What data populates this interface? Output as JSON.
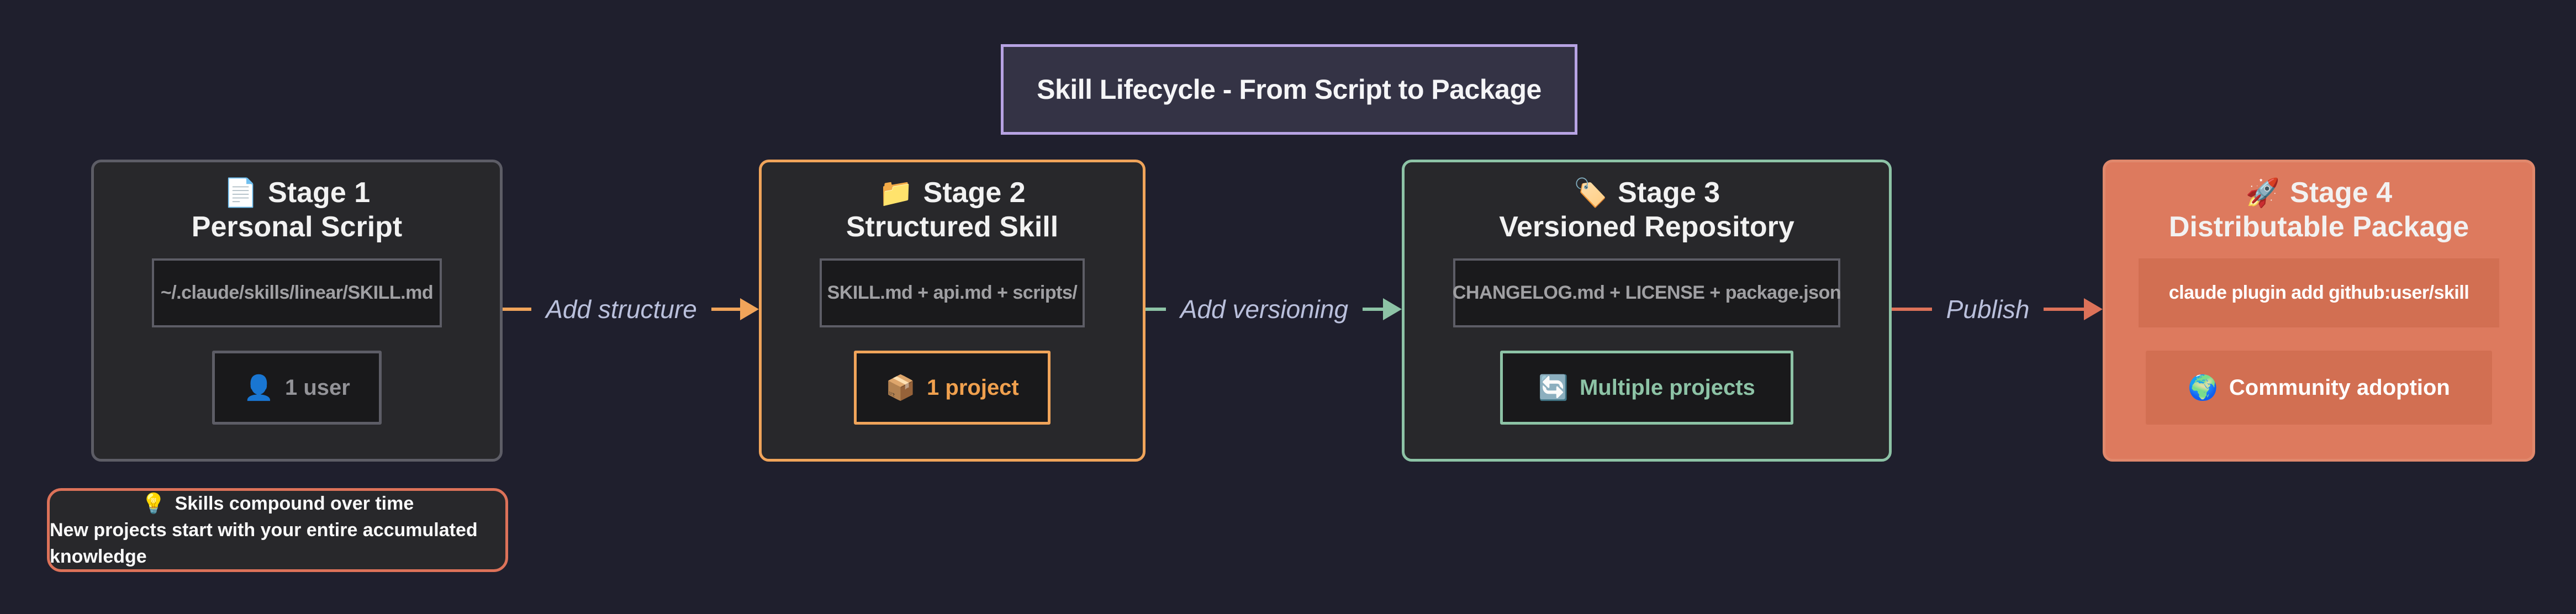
{
  "title": {
    "text": "Skill Lifecycle - From Script to Package",
    "border_color": "#b7a3e3",
    "fill_color": "#343345"
  },
  "colors": {
    "background": "#1f1f2d",
    "stage_fill": "#28282b",
    "gray_border": "#5d5d66",
    "orange_accent": "#f0a45a",
    "green_accent": "#8dc3a6",
    "salmon_accent": "#dd7259",
    "stage4_fill": "#dd7a5e",
    "code_fill": "#1a1a1c",
    "code_text": "#a0a0a3",
    "arrow_label_text": "#bac0dc"
  },
  "stages": [
    {
      "icon": "📄",
      "icon_name": "document-icon",
      "stage_label": "Stage 1",
      "subtitle": "Personal Script",
      "code": "~/.claude/skills/linear/SKILL.md",
      "badge_icon": "👤",
      "badge_icon_name": "user-icon",
      "badge_text": "1 user",
      "accent": "#5d5d66"
    },
    {
      "icon": "📁",
      "icon_name": "folder-icon",
      "stage_label": "Stage 2",
      "subtitle": "Structured Skill",
      "code": "SKILL.md + api.md + scripts/",
      "badge_icon": "📦",
      "badge_icon_name": "package-icon",
      "badge_text": "1 project",
      "accent": "#f0a45a"
    },
    {
      "icon": "🏷️",
      "icon_name": "tag-icon",
      "stage_label": "Stage 3",
      "subtitle": "Versioned Repository",
      "code": "CHANGELOG.md + LICENSE + package.json",
      "badge_icon": "🔄",
      "badge_icon_name": "sync-icon",
      "badge_text": "Multiple projects",
      "accent": "#8dc3a6"
    },
    {
      "icon": "🚀",
      "icon_name": "rocket-icon",
      "stage_label": "Stage 4",
      "subtitle": "Distributable Package",
      "code": "claude plugin add github:user/skill",
      "badge_icon": "🌍",
      "badge_icon_name": "globe-icon",
      "badge_text": "Community adoption",
      "accent": "#dd7a5e"
    }
  ],
  "arrows": [
    {
      "label": "Add structure",
      "color": "#f0a45a"
    },
    {
      "label": "Add versioning",
      "color": "#8dc3a6"
    },
    {
      "label": "Publish",
      "color": "#dd7259"
    }
  ],
  "note": {
    "icon": "💡",
    "icon_name": "bulb-icon",
    "line1": "Skills compound over time",
    "line2": "New projects start with your entire accumulated knowledge",
    "border_color": "#dd7259"
  }
}
